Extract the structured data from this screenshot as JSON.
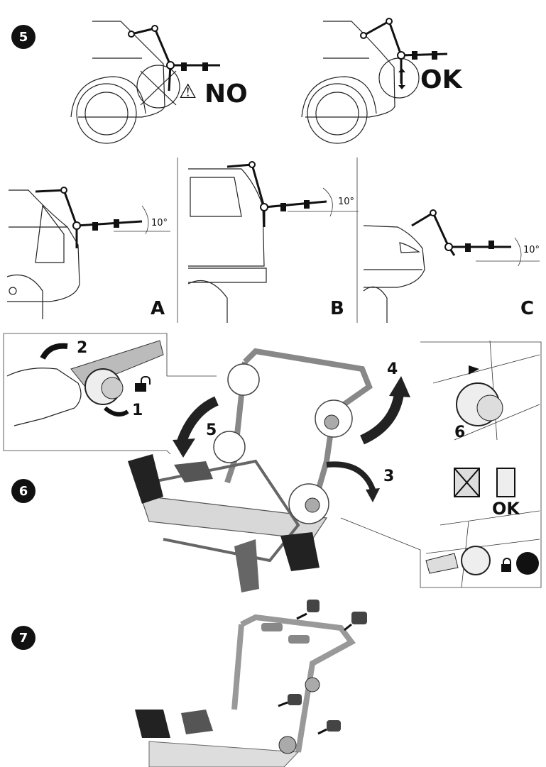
{
  "steps": {
    "s5": "5",
    "s6": "6",
    "s7": "7"
  },
  "step5": {
    "no_label": "NO",
    "ok_label": "OK",
    "warning_symbol": "⚠"
  },
  "angles": {
    "a": "10°",
    "b": "10°",
    "c": "10°"
  },
  "car_labels": {
    "a": "A",
    "b": "B",
    "c": "C"
  },
  "step6": {
    "n1": "1",
    "n2": "2",
    "n3": "3",
    "n4": "4",
    "n5": "5",
    "n6": "6",
    "ok_label": "OK"
  },
  "colors": {
    "ink": "#111111",
    "rack_grey": "#d8d8d8"
  },
  "icons": [
    "warning-icon",
    "unlock-icon",
    "lock-icon",
    "strength-icon",
    "arrow-icon"
  ]
}
